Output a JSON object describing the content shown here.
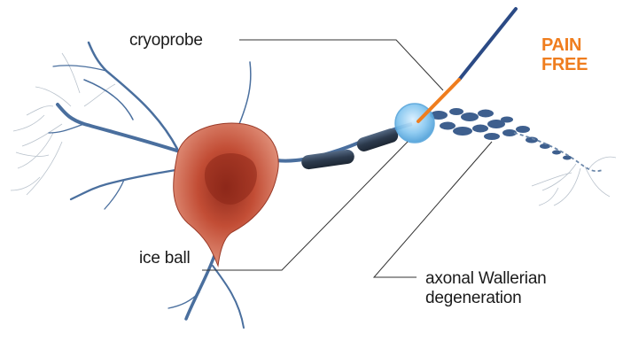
{
  "labels": {
    "cryoprobe": "cryoprobe",
    "ice_ball": "ice ball",
    "axonal_line1": "axonal Wallerian",
    "axonal_line2": "degeneration",
    "pain_line1": "PAIN",
    "pain_line2": "FREE"
  },
  "colors": {
    "accent": "#ef7d1e",
    "leader": "#333333",
    "nerve": "#4a6f9e",
    "myelin": "#2f3e52",
    "cell_body": "#b8452f",
    "ice_ball": "#6fb8ea",
    "probe_shaft": "#2b4a85"
  }
}
